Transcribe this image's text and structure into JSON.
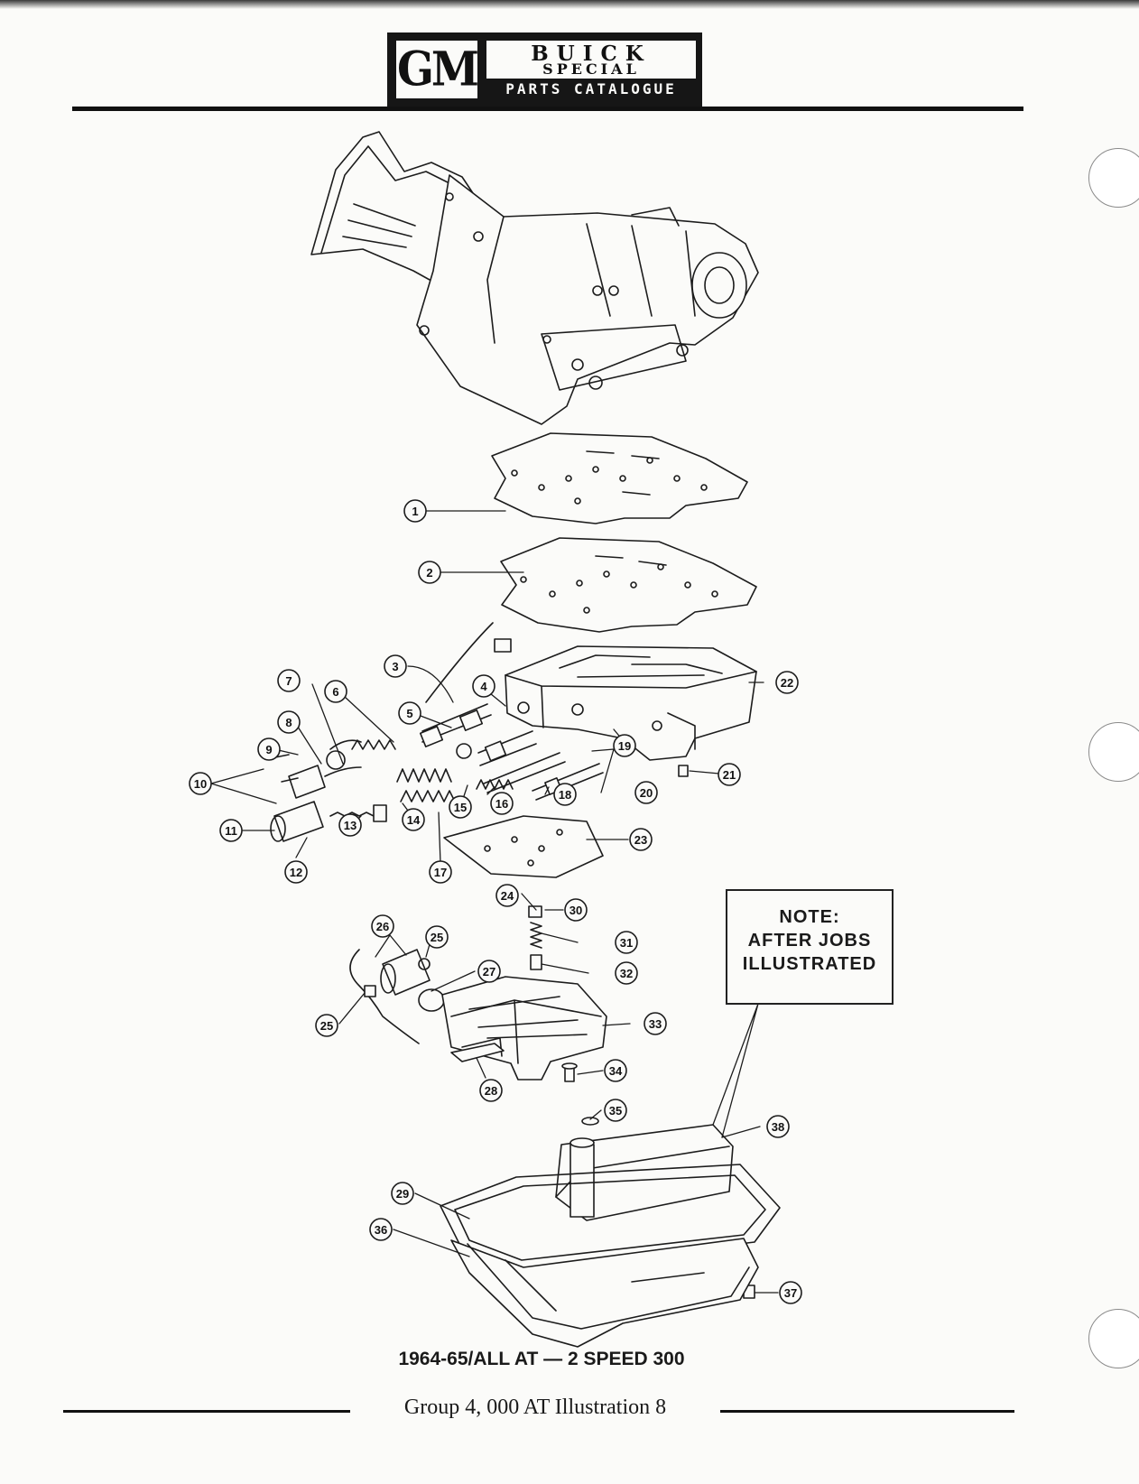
{
  "header": {
    "logo_brand": "GM",
    "logo_make": "BUICK",
    "logo_model": "SPECIAL",
    "logo_subtitle": "PARTS CATALOGUE"
  },
  "note": {
    "line1": "NOTE:",
    "line2": "AFTER JOBS",
    "line3": "ILLUSTRATED"
  },
  "caption": "1964-65/ALL AT — 2 SPEED 300",
  "footer": "Group 4, 000 AT Illustration 8",
  "callouts": [
    "1",
    "2",
    "3",
    "4",
    "5",
    "6",
    "7",
    "8",
    "9",
    "10",
    "11",
    "12",
    "13",
    "14",
    "15",
    "16",
    "17",
    "18",
    "19",
    "20",
    "21",
    "22",
    "23",
    "24",
    "25",
    "25",
    "26",
    "27",
    "28",
    "29",
    "30",
    "31",
    "32",
    "33",
    "34",
    "35",
    "36",
    "37",
    "38"
  ]
}
